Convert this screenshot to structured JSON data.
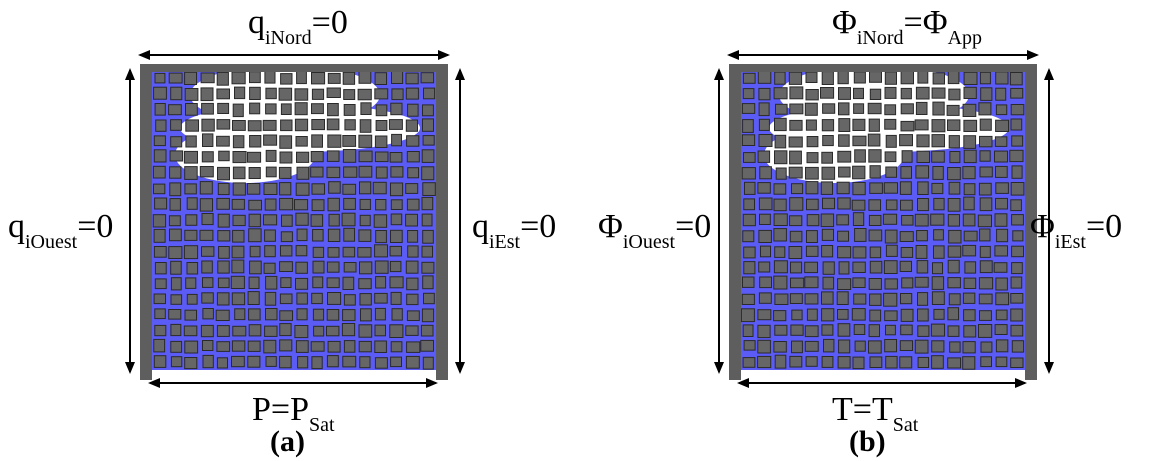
{
  "panels": [
    {
      "id": "a",
      "caption": "(a)",
      "top": {
        "base": "q",
        "sub": "iNord",
        "rest": "=0",
        "sub2": ""
      },
      "left": {
        "base": "q",
        "sub": "iOuest",
        "rest": "=0",
        "sub2": ""
      },
      "right": {
        "base": "q",
        "sub": "iEst",
        "rest": "=0",
        "sub2": ""
      },
      "bottom": {
        "base": "P",
        "sub": "",
        "rest": "=P",
        "sub2": "Sat"
      }
    },
    {
      "id": "b",
      "caption": "(b)",
      "top": {
        "base": "Φ",
        "sub": "iNord",
        "rest": "=Φ",
        "sub2": "App"
      },
      "left": {
        "base": "Φ",
        "sub": "iOuest",
        "rest": "=0",
        "sub2": ""
      },
      "right": {
        "base": "Φ",
        "sub": "iEst",
        "rest": "=0",
        "sub2": ""
      },
      "bottom": {
        "base": "T",
        "sub": "",
        "rest": "=T",
        "sub2": "Sat"
      }
    }
  ],
  "colors": {
    "liquid": "#5b5bf5",
    "solid": "#666666",
    "wall": "#5e5e5e",
    "arrow": "#000000"
  }
}
